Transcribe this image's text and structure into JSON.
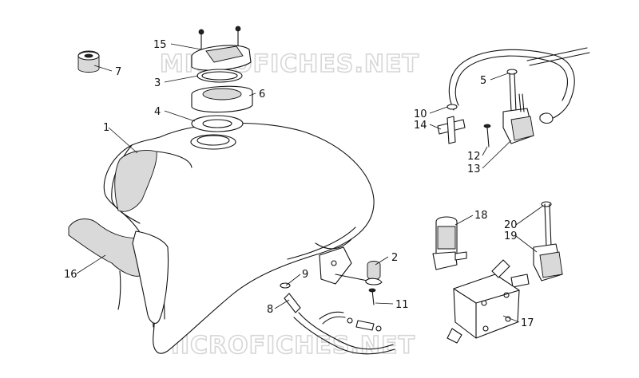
{
  "watermark": "MICROFICHES.NET",
  "callouts": [
    {
      "label": "1"
    },
    {
      "label": "2"
    },
    {
      "label": "3"
    },
    {
      "label": "4"
    },
    {
      "label": "5"
    },
    {
      "label": "6"
    },
    {
      "label": "7"
    },
    {
      "label": "8"
    },
    {
      "label": "9"
    },
    {
      "label": "10"
    },
    {
      "label": "11"
    },
    {
      "label": "12"
    },
    {
      "label": "13"
    },
    {
      "label": "14"
    },
    {
      "label": "15"
    },
    {
      "label": "16"
    },
    {
      "label": "17"
    },
    {
      "label": "18"
    },
    {
      "label": "19"
    },
    {
      "label": "20"
    }
  ]
}
